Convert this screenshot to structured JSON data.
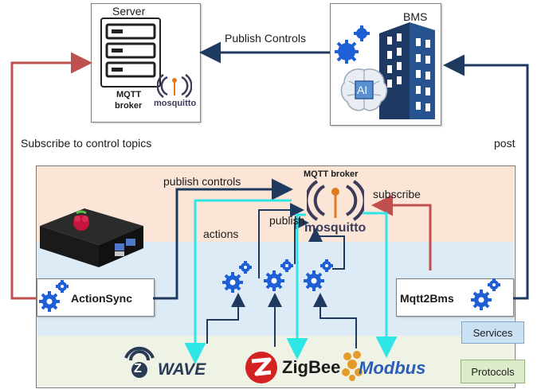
{
  "server": {
    "title": "Server",
    "broker_line1": "MQTT",
    "broker_line2": "broker",
    "logo_text": "mosquitto"
  },
  "bms": {
    "title": "BMS",
    "ai_label": "AI"
  },
  "arrows": {
    "publish_controls_top": "Publish Controls",
    "subscribe_control_topics": "Subscribe to control topics",
    "post": "post",
    "publish_controls": "publish controls",
    "subscribe": "subscribe",
    "publish": "publish",
    "actions": "actions"
  },
  "device": {
    "broker_title": "MQTT broker",
    "logo_text": "mosquitto"
  },
  "services": {
    "actionsync": "ActionSync",
    "mqtt2bms": "Mqtt2Bms",
    "layer_label": "Services"
  },
  "protocols": {
    "zwave": "WAVE",
    "zwave_z": "Z",
    "zigbee": "ZigBee",
    "modbus": "Modbus",
    "layer_label": "Protocols"
  },
  "colors": {
    "dark_arrow": "#1f3a5f",
    "red_arrow": "#c0504d",
    "cyan_arrow": "#2ee6e6",
    "gear_blue": "#1f5fd6",
    "top_band": "#fbe5d6",
    "mid_band": "#ddebf7",
    "bottom_band": "#eef3e6"
  }
}
